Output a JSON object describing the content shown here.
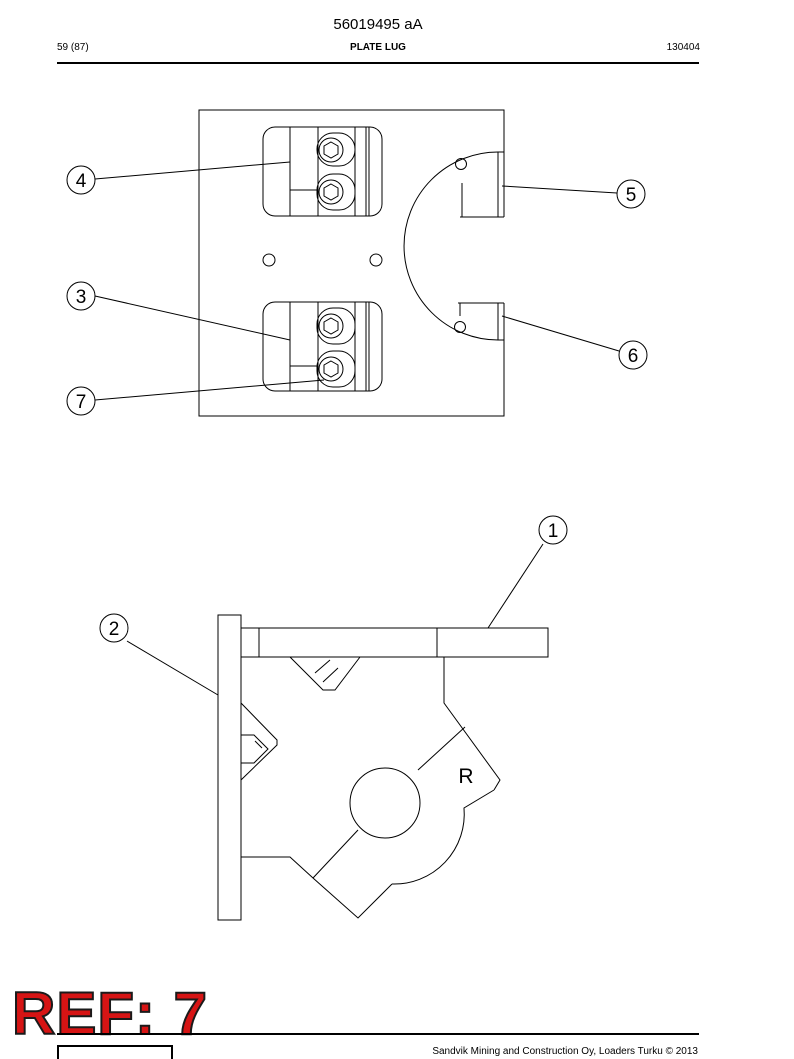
{
  "header": {
    "doc_number": "56019495 aA",
    "page": "59 (87)",
    "title": "PLATE LUG",
    "code": "130404"
  },
  "callouts": {
    "c1": "1",
    "c2": "2",
    "c3": "3",
    "c4": "4",
    "c5": "5",
    "c6": "6",
    "c7": "7"
  },
  "side_view_label": "R",
  "stamp": "REF: 7",
  "footer": {
    "company": "Sandvik Mining and Construction Oy, Loaders Turku © 2013"
  }
}
